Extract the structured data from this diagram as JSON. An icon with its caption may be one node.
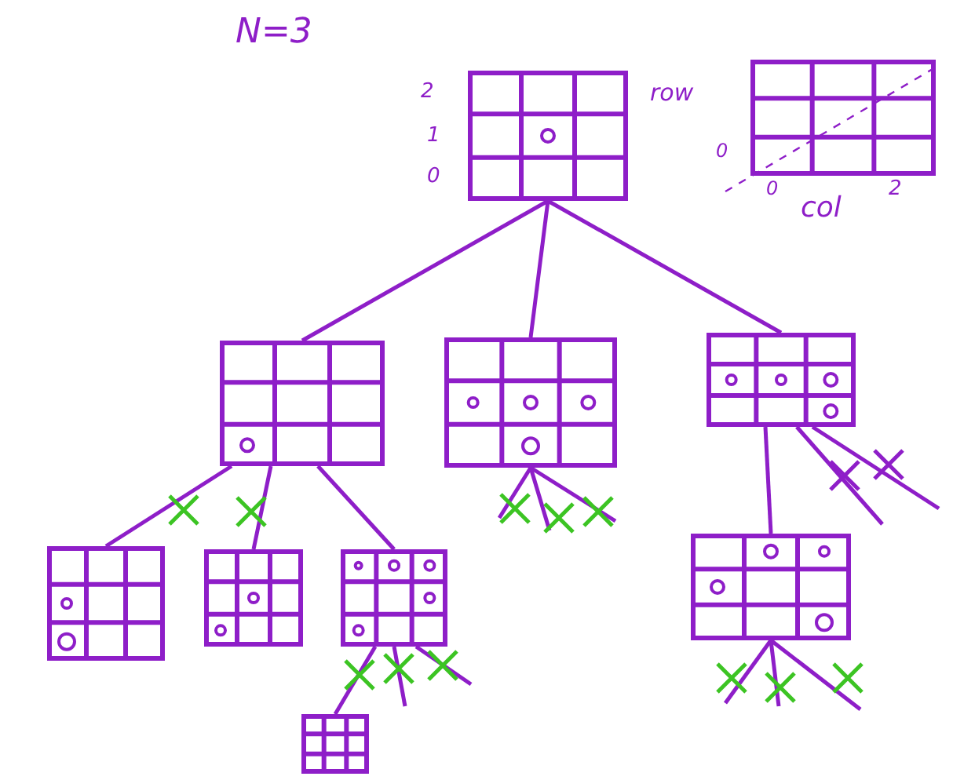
{
  "diagram": {
    "nodes": [
      {
        "text": [],
        "shape": "grid"
      },
      {
        "text": [],
        "shape": "grid"
      },
      {
        "text": [],
        "shape": "grid"
      },
      {
        "text": [],
        "shape": "grid"
      },
      {
        "text": [],
        "shape": "grid"
      },
      {
        "text": [],
        "shape": "grid"
      },
      {
        "text": [],
        "shape": "grid"
      },
      {
        "text": [],
        "shape": "grid"
      },
      {
        "text": [],
        "shape": "grid"
      },
      {
        "text": [],
        "shape": "grid"
      }
    ],
    "edges": [
      {
        "from": 0,
        "to": 2,
        "arrow": "none"
      },
      {
        "from": 0,
        "to": 3,
        "arrow": "none"
      },
      {
        "from": 0,
        "to": 4,
        "arrow": "none"
      },
      {
        "from": 2,
        "to": 5,
        "arrow": "none"
      },
      {
        "from": 2,
        "to": 6,
        "arrow": "none"
      },
      {
        "from": 2,
        "to": 7,
        "arrow": "none"
      },
      {
        "from": 3,
        "to": null,
        "arrow": "none"
      },
      {
        "from": 3,
        "to": null,
        "arrow": "none"
      },
      {
        "from": 3,
        "to": null,
        "arrow": "none"
      },
      {
        "from": 4,
        "to": 8,
        "arrow": "none"
      },
      {
        "from": 4,
        "to": null,
        "arrow": "none"
      },
      {
        "from": 4,
        "to": null,
        "arrow": "none"
      },
      {
        "from": 7,
        "to": 9,
        "arrow": "none"
      },
      {
        "from": 7,
        "to": null,
        "arrow": "none"
      },
      {
        "from": 7,
        "to": null,
        "arrow": "none"
      },
      {
        "from": 8,
        "to": null,
        "arrow": "none"
      },
      {
        "from": 8,
        "to": null,
        "arrow": "none"
      },
      {
        "from": 8,
        "to": null,
        "arrow": "none"
      }
    ],
    "labels": [
      "N=3",
      "2",
      "1",
      "0",
      "row",
      "0",
      "0",
      "col",
      "2"
    ]
  }
}
